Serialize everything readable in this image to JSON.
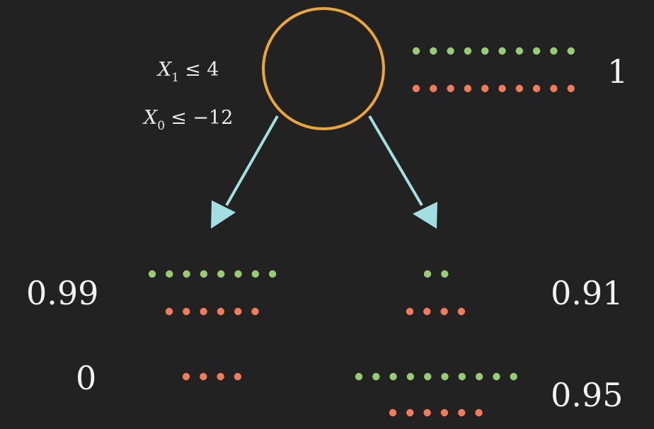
{
  "colors": {
    "background": "#222222",
    "node_outline": "#eba53a",
    "arrow": "#a3dfe2",
    "green_dot": "#98cc74",
    "red_dot": "#f07c5b",
    "text": "#f2f2f2"
  },
  "root": {
    "condition_1": {
      "var": "X",
      "sub": "1",
      "op": "≤ 4"
    },
    "condition_2": {
      "var": "X",
      "sub": "0",
      "op": "≤ −12"
    },
    "score": "1",
    "green_count": 10,
    "red_count": 10
  },
  "left_child": {
    "upper": {
      "score": "0.99",
      "green_count": 8,
      "red_count": 6
    },
    "lower": {
      "score": "0",
      "green_count": 0,
      "red_count": 4
    }
  },
  "right_child": {
    "upper": {
      "score": "0.91",
      "green_count": 2,
      "red_count": 4
    },
    "lower": {
      "score": "0.95",
      "green_count": 10,
      "red_count": 6
    }
  }
}
